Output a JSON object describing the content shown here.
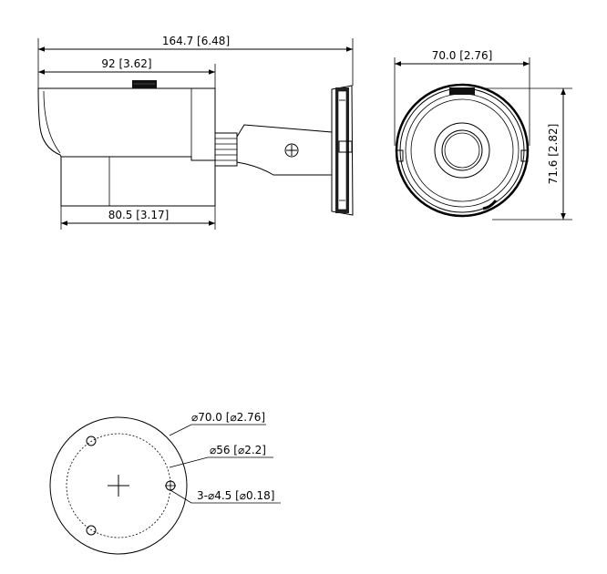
{
  "dimensions": {
    "side_total_length": "164.7 [6.48]",
    "side_housing_length": "92 [3.62]",
    "side_base_length": "80.5 [3.17]",
    "front_width": "70.0 [2.76]",
    "front_height": "71.6 [2.82]"
  },
  "mount_plate": {
    "outer_diameter": "⌀70.0 [⌀2.76]",
    "bolt_circle_diameter": "⌀56 [⌀2.2]",
    "holes": "3-⌀4.5 [⌀0.18]"
  }
}
